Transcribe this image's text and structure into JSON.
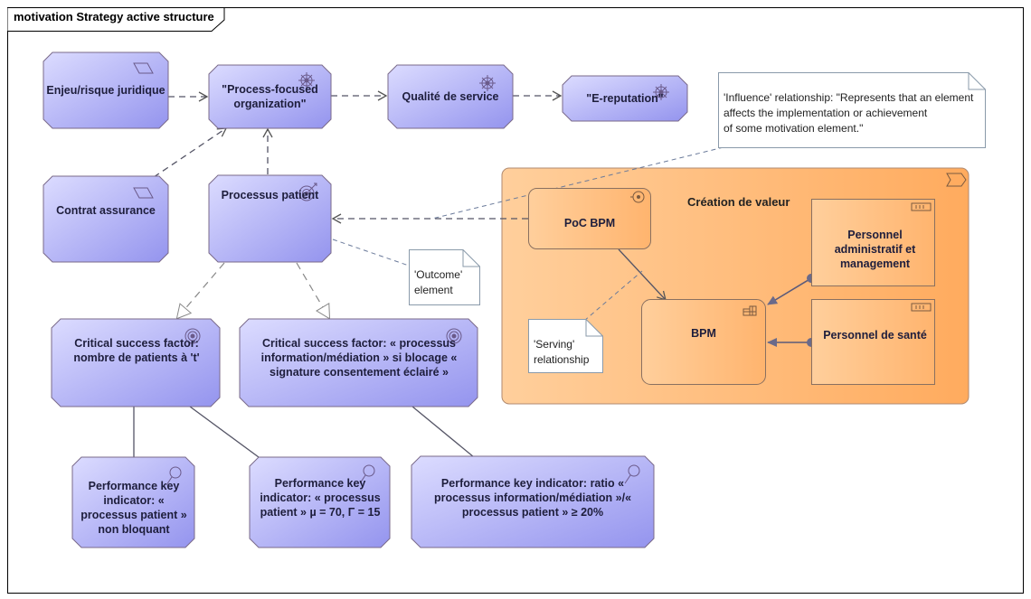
{
  "diagram": {
    "frame_title": "motivation Strategy active structure",
    "elements": {
      "enjeu": "Enjeu/risque juridique",
      "process_focused": "\"Process-focused organization\"",
      "qualite": "Qualité de service",
      "ereputation": "\"E-reputation\"",
      "contrat": "Contrat assurance",
      "processus_patient": "Processus patient",
      "csf1": "Critical success factor: nombre de patients à 't'",
      "csf2": "Critical success factor: « processus information/médiation » si blocage « signature consentement éclairé »",
      "pki1": "Performance key indicator: « processus patient » non bloquant",
      "pki2": "Performance key indicator: « processus patient » µ = 70, Γ = 15",
      "pki3": "Performance key indicator: ratio « processus information/médiation »/« processus patient » ≥ 20%",
      "group": "Création de valeur",
      "poc_bpm": "PoC BPM",
      "bpm": "BPM",
      "personnel_admin": "Personnel administratif et management",
      "personnel_sante": "Personnel de santé"
    },
    "notes": {
      "influence": "'Influence' relationship: \"Represents that an element\naffects the implementation or achievement\nof some motivation element.\"",
      "outcome": "'Outcome'\nelement",
      "serving": "'Serving'\nrelationship"
    },
    "colors": {
      "motivation_fill_light": "#d2d2ff",
      "motivation_fill_dark": "#9a9af2",
      "group_fill": "#ffc58a",
      "border": "#7a6a8a"
    }
  }
}
